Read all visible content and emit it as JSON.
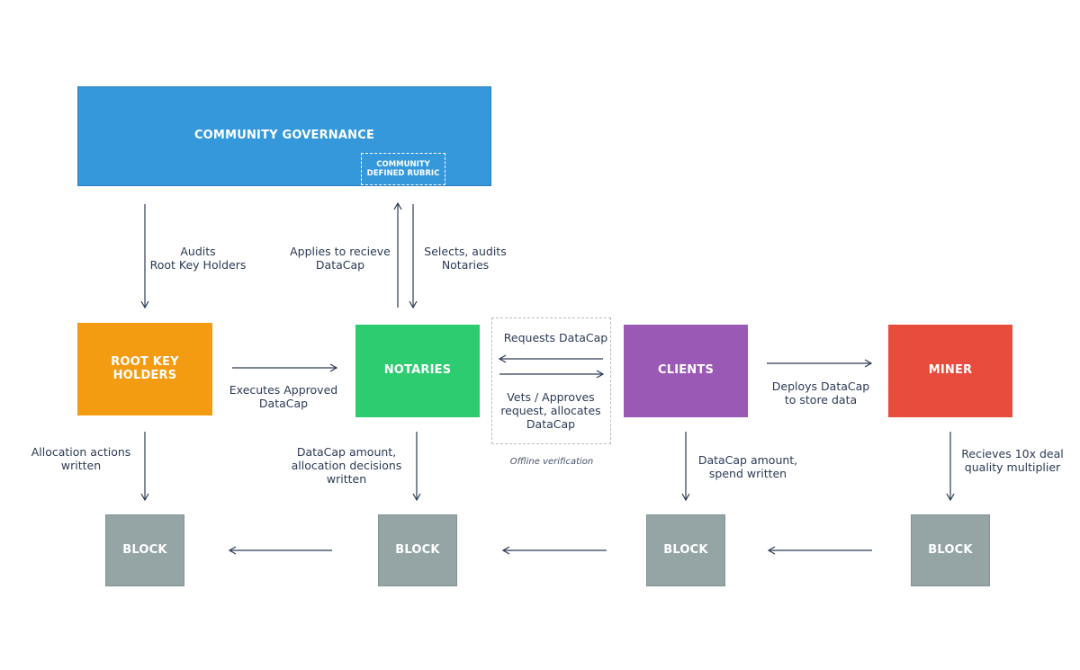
{
  "nodes": {
    "community_governance": "COMMUNITY GOVERNANCE",
    "community_rubric": "COMMUNITY\nDEFINED RUBRIC",
    "root_key_holders": "ROOT KEY\nHOLDERS",
    "notaries": "NOTARIES",
    "clients": "CLIENTS",
    "miner": "MINER",
    "block": "BLOCK"
  },
  "labels": {
    "audits_root": "Audits\nRoot Key Holders",
    "applies_datacap": "Applies to recieve\nDataCap",
    "selects_audits": "Selects, audits\nNotaries",
    "executes_datacap": "Executes Approved\nDataCap",
    "requests_datacap": "Requests DataCap",
    "vets_approves": "Vets / Approves\nrequest,  allocates\nDataCap",
    "offline_verification": "Offline verification",
    "deploys_datacap": "Deploys DataCap\nto store data",
    "allocation_actions": "Allocation actions\nwritten",
    "datacap_allocation": "DataCap amount,\nallocation decisions\nwritten",
    "datacap_spend": "DataCap amount,\nspend written",
    "recieves_multiplier": "Recieves 10x deal\nquality multiplier"
  },
  "colors": {
    "governance": "#3498db",
    "root": "#f39c12",
    "notaries": "#2ecc71",
    "clients": "#9b59b6",
    "miner": "#e74c3c",
    "block": "#95a5a6",
    "arrow": "#2b3a55"
  }
}
